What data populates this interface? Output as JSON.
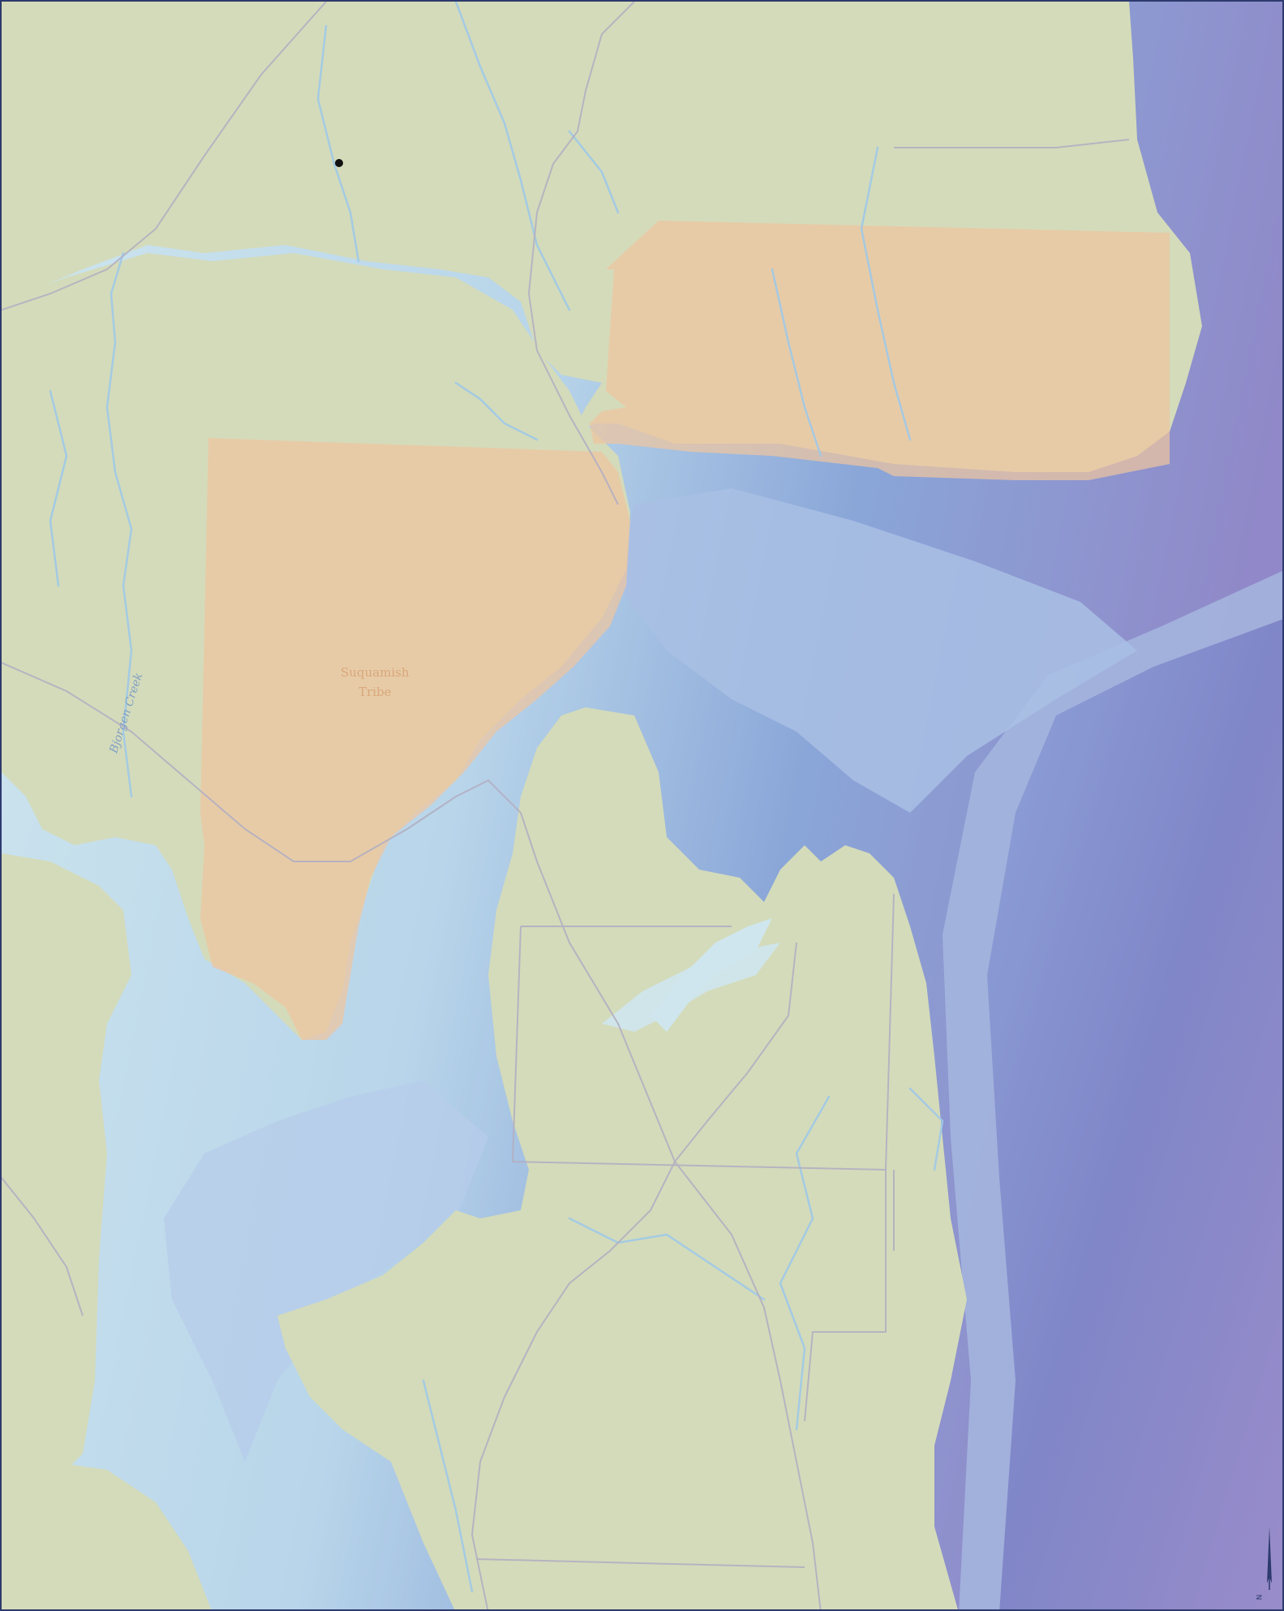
{
  "map": {
    "labels": {
      "reservation_line1": "Suquamish",
      "reservation_line2": "Tribe",
      "creek": "Bjorgen Creek"
    },
    "north_arrow_letter": "N",
    "colors": {
      "land": "#d4dbba",
      "shallow_water": "#cfe6ee",
      "deep_water": "#6f7fc4",
      "deepest_water": "#8c83c7",
      "reservation_fill": "#eec5a0",
      "road": "#b3afc2",
      "stream": "#9ec9e8",
      "frame": "#2d3a6e"
    }
  }
}
